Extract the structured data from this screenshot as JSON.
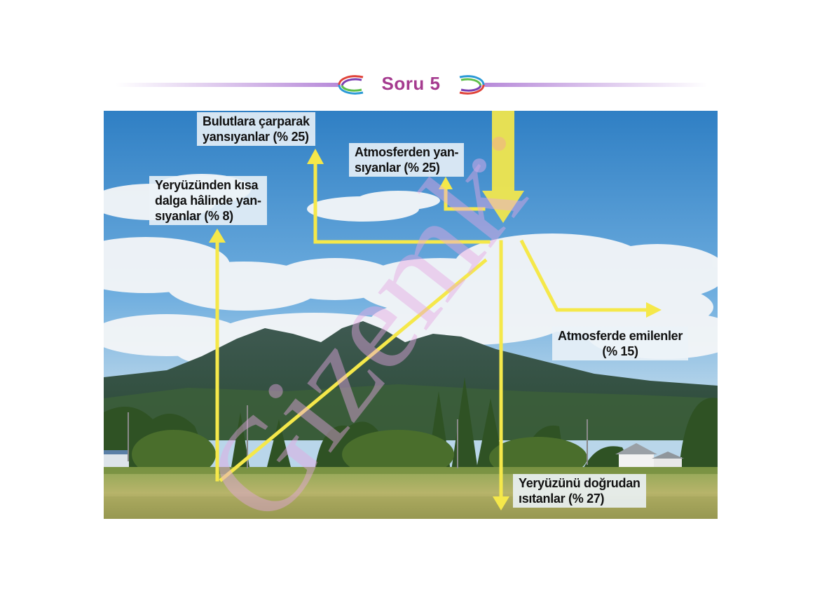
{
  "header": {
    "title": "Soru 5"
  },
  "labels": {
    "clouds": {
      "line1": "Bulutlara çarparak",
      "line2": "yansıyanlar (% 25)"
    },
    "atmosphere_reflected": {
      "line1": "Atmosferden yan-",
      "line2": "sıyanlar (% 25)"
    },
    "ground_reflected": {
      "line1": "Yeryüzünden kısa",
      "line2": "dalga hâlinde yan-",
      "line3": "sıyanlar (% 8)"
    },
    "absorbed": {
      "line1": "Atmosferde emilenler",
      "line2": "(% 15)"
    },
    "ground_heating": {
      "line1": "Yeryüzünü doğrudan",
      "line2": "ısıtanlar (% 27)"
    }
  },
  "watermark": {
    "text": "Gizemk"
  },
  "colors": {
    "title": "#a53b8f",
    "arrow": "#f5e84a",
    "label_bg": "#ecf2f8",
    "sky_top": "#2f7fc4"
  }
}
